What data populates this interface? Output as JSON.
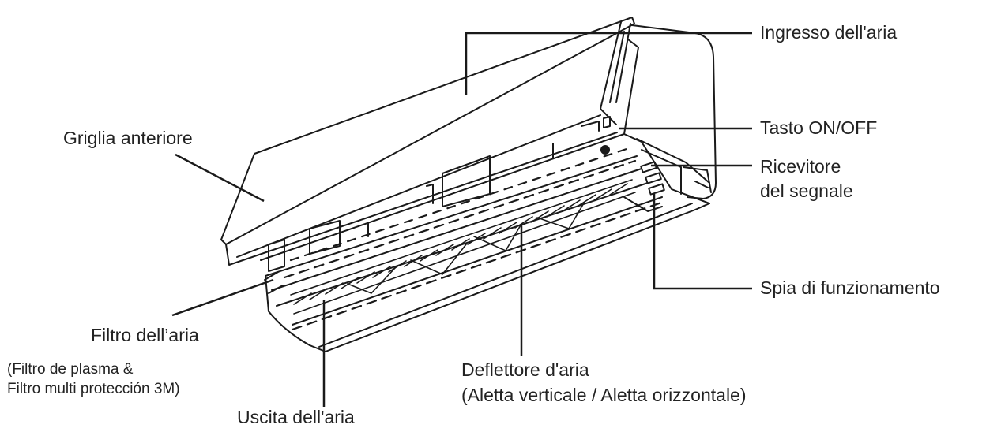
{
  "labels": {
    "air_inlet": "Ingresso dell'aria",
    "on_off_button": "Tasto ON/OFF",
    "signal_receiver_line1": "Ricevitore",
    "signal_receiver_line2": "del segnale",
    "operation_indicator": "Spia di funzionamento",
    "front_grille": "Griglia anteriore",
    "air_filter": "Filtro dell’aria",
    "filter_note_line1": "(Filtro de plasma &",
    "filter_note_line2": "Filtro multi protección 3M)",
    "air_deflector_line1": "Deflettore d'aria",
    "air_deflector_line2": "(Aletta verticale / Aletta orizzontale)",
    "air_outlet": "Uscita dell'aria"
  }
}
